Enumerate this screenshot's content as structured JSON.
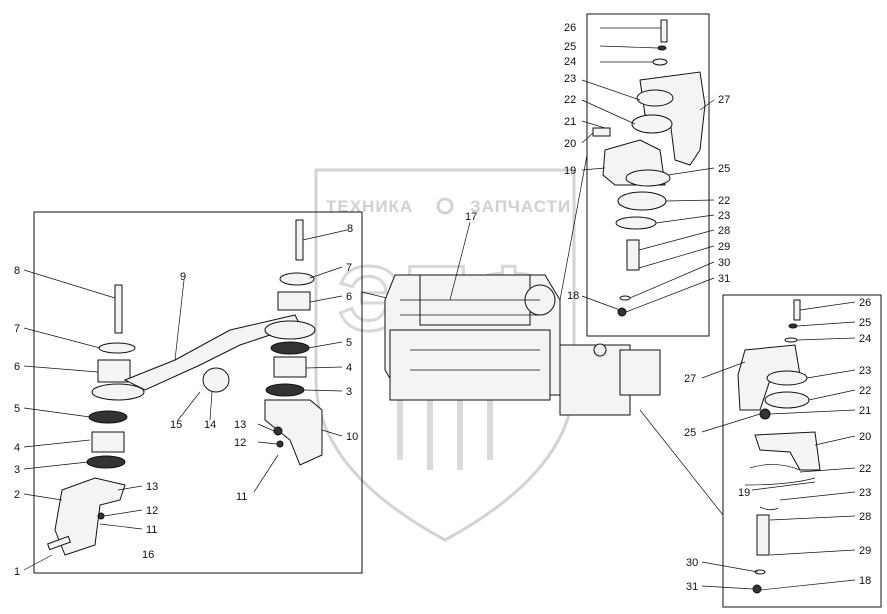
{
  "watermark": {
    "text_left": "ТЕХНИКА",
    "text_right": "ЗАПЧАСТИ",
    "logo": "ЭПФ"
  },
  "labels_left": {
    "l8a": "8",
    "l7a": "7",
    "l6a": "6",
    "l5a": "5",
    "l4a": "4",
    "l3a": "3",
    "l2": "2",
    "l1": "1",
    "l9": "9",
    "l15": "15",
    "l14": "14",
    "l13a": "13",
    "l12a": "12",
    "l11a": "11",
    "l16": "16",
    "l8b": "8",
    "l7b": "7",
    "l6b": "6",
    "l5b": "5",
    "l4b": "4",
    "l3b": "3",
    "l13b": "13",
    "l12b": "12",
    "l10": "10",
    "l11b": "11"
  },
  "labels_center": {
    "l17": "17"
  },
  "labels_top_right": {
    "l26": "26",
    "l25": "25",
    "l24": "24",
    "l23": "23",
    "l22": "22",
    "l21": "21",
    "l20": "20",
    "l19": "19",
    "l27": "27",
    "l25b": "25",
    "l22b": "22",
    "l23b": "23",
    "l28": "28",
    "l29": "29",
    "l30": "30",
    "l31": "31",
    "l18": "18"
  },
  "labels_bottom_right": {
    "l26": "26",
    "l25": "25",
    "l24": "24",
    "l27": "27",
    "l23": "23",
    "l22": "22",
    "l21": "21",
    "l25b": "25",
    "l20": "20",
    "l22b": "22",
    "l19": "19",
    "l23b": "23",
    "l28": "28",
    "l29": "29",
    "l30": "30",
    "l31": "31",
    "l18": "18"
  }
}
